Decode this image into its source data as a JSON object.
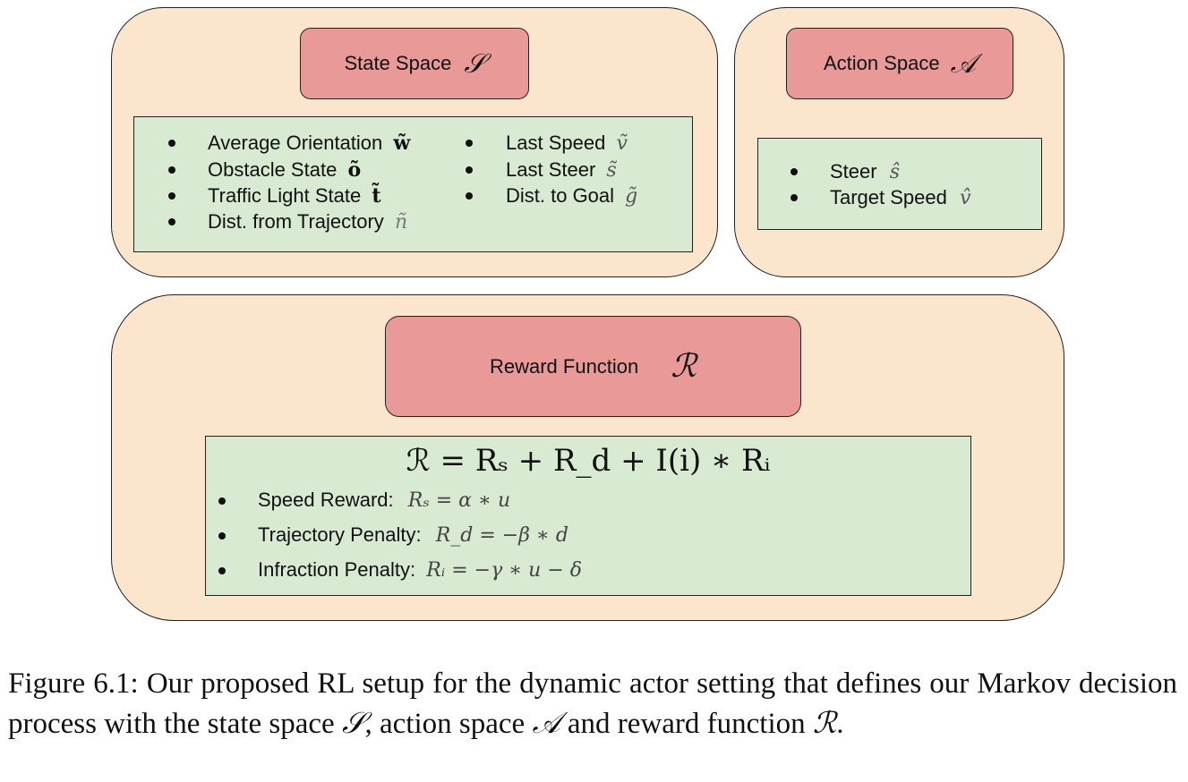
{
  "state_space": {
    "title": "State Space",
    "symbol": "𝒮",
    "items_left": [
      {
        "label": "Average Orientation",
        "symbol": "w̃"
      },
      {
        "label": "Obstacle State",
        "symbol": "õ"
      },
      {
        "label": "Traffic Light State",
        "symbol": "t̃"
      },
      {
        "label": "Dist. from Trajectory",
        "symbol": "ñ"
      }
    ],
    "items_right": [
      {
        "label": "Last Speed",
        "symbol": "ṽ"
      },
      {
        "label": "Last Steer",
        "symbol": "s̃"
      },
      {
        "label": "Dist. to Goal",
        "symbol": "g̃"
      }
    ]
  },
  "action_space": {
    "title": "Action Space",
    "symbol": "𝒜",
    "items": [
      {
        "label": "Steer",
        "symbol": "ŝ"
      },
      {
        "label": "Target Speed",
        "symbol": "v̂"
      }
    ]
  },
  "reward": {
    "title": "Reward Function",
    "symbol": "ℛ",
    "formula": "ℛ = Rₛ + R_d + I(i) ∗ Rᵢ",
    "items": [
      {
        "label": "Speed Reward:",
        "formula": "Rₛ = α ∗ u"
      },
      {
        "label": "Trajectory Penalty:",
        "formula": "R_d = −β ∗ d"
      },
      {
        "label": "Infraction Penalty:",
        "formula": "Rᵢ = −γ ∗ u − δ"
      }
    ]
  },
  "caption": {
    "prefix": "Figure 6.1: Our proposed RL setup for the dynamic actor setting that defines our Markov decision process with the state space",
    "sym1": "𝒮",
    "mid1": ", action space",
    "sym2": "𝒜",
    "mid2": " and reward function",
    "sym3": "ℛ",
    "end": "."
  }
}
